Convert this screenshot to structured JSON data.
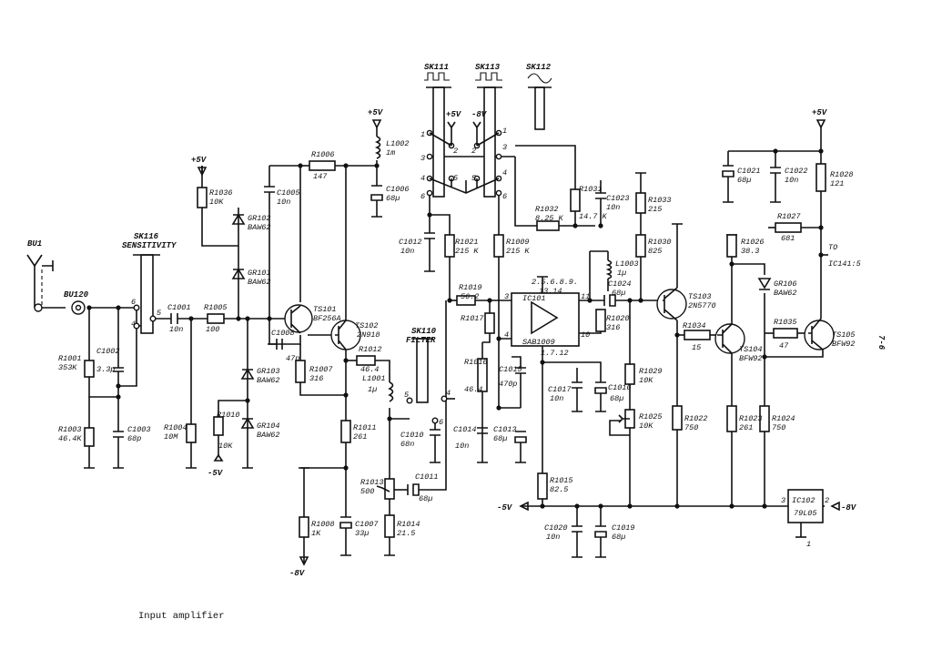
{
  "caption": "Input amplifier",
  "page_marker": "7-6",
  "inputs": {
    "bu1": "BU1",
    "bu120": "BU120"
  },
  "switches": {
    "sk116": {
      "name": "SK116",
      "function": "SENSITIVITY",
      "pin_a": "6",
      "pin_b": "5",
      "pin_c": "4"
    },
    "sk110": {
      "name": "SK110",
      "function": "FILTER",
      "pin_a": "5",
      "pin_b": "4",
      "pin_c": "6"
    },
    "sk111": "SK111",
    "sk113": "SK113",
    "sk112": "SK112",
    "pins": {
      "p1a": "1",
      "p2a": "2",
      "p3a": "3",
      "p4a": "4",
      "p5a": "5",
      "p6a": "6",
      "p1b": "1",
      "p2b": "2",
      "p3b": "3",
      "p4b": "4",
      "p5b": "5",
      "p6b": "6"
    }
  },
  "supplies": {
    "p5v_a": "+5V",
    "p5v_b": "+5V",
    "p5v_c": "+5V",
    "p5v_d": "+5V",
    "m5v_a": "-5V",
    "m5v_b": "-5V",
    "m8v_a": "-8V",
    "m8v_b": "-8V",
    "m8v_c": "-8V"
  },
  "resistors": {
    "r1001": {
      "ref": "R1001",
      "val": "353K"
    },
    "r1003": {
      "ref": "R1003",
      "val": "46.4K"
    },
    "r1004": {
      "ref": "R1004",
      "val": "10M"
    },
    "r1005": {
      "ref": "R1005",
      "val": "100"
    },
    "r1006": {
      "ref": "R1006",
      "val": "147"
    },
    "r1007": {
      "ref": "R1007",
      "val": "316"
    },
    "r1008": {
      "ref": "R1008",
      "val": "1K"
    },
    "r1009": {
      "ref": "R1009",
      "val": "215 K"
    },
    "r1010": {
      "ref": "R1010",
      "val": "10K"
    },
    "r1011": {
      "ref": "R1011",
      "val": "261"
    },
    "r1012": {
      "ref": "R1012",
      "val": "46.4"
    },
    "r1013": {
      "ref": "R1013",
      "val": "500"
    },
    "r1014": {
      "ref": "R1014",
      "val": "21.5"
    },
    "r1015": {
      "ref": "R1015",
      "val": "82.5"
    },
    "r1016": {
      "ref": "R1016",
      "val": "46.4"
    },
    "r1017": {
      "ref": "R1017",
      "val": ""
    },
    "r1019": {
      "ref": "R1019",
      "val": "56.2"
    },
    "r1020": {
      "ref": "R1020",
      "val": "316"
    },
    "r1021": {
      "ref": "R1021",
      "val": "215 K"
    },
    "r1022": {
      "ref": "R1022",
      "val": "750"
    },
    "r1023": {
      "ref": "R1023",
      "val": "261"
    },
    "r1024": {
      "ref": "R1024",
      "val": "750"
    },
    "r1025": {
      "ref": "R1025",
      "val": "10K"
    },
    "r1026": {
      "ref": "R1026",
      "val": "38.3"
    },
    "r1027": {
      "ref": "R1027",
      "val": "681"
    },
    "r1028": {
      "ref": "R1028",
      "val": "121"
    },
    "r1029": {
      "ref": "R1029",
      "val": "10K"
    },
    "r1030": {
      "ref": "R1030",
      "val": "825"
    },
    "r1031": {
      "ref": "R1031",
      "val": "14.7 K"
    },
    "r1032": {
      "ref": "R1032",
      "val": "8.25 K"
    },
    "r1033": {
      "ref": "R1033",
      "val": "215"
    },
    "r1034": {
      "ref": "R1034",
      "val": "15"
    },
    "r1035": {
      "ref": "R1035",
      "val": "47"
    },
    "r1036": {
      "ref": "R1036",
      "val": "10K"
    }
  },
  "capacitors": {
    "c1001": {
      "ref": "C1001",
      "val": "10n"
    },
    "c1002": {
      "ref": "C1002",
      "val": "3.3p"
    },
    "c1003": {
      "ref": "C1003",
      "val": "68p"
    },
    "c1005": {
      "ref": "C1005",
      "val": "10n"
    },
    "c1006": {
      "ref": "C1006",
      "val": "68µ"
    },
    "c1007": {
      "ref": "C1007",
      "val": "33µ"
    },
    "c1008": {
      "ref": "C1008",
      "val": "47p"
    },
    "c1010": {
      "ref": "C1010",
      "val": "68n"
    },
    "c1011": {
      "ref": "C1011",
      "val": "68µ"
    },
    "c1012": {
      "ref": "C1012",
      "val": "10n"
    },
    "c1013": {
      "ref": "C1013",
      "val": "68µ"
    },
    "c1014": {
      "ref": "C1014",
      "val": "10n"
    },
    "c1015": {
      "ref": "C1015",
      "val": "470p"
    },
    "c1016": {
      "ref": "C1016",
      "val": "68µ"
    },
    "c1017": {
      "ref": "C1017",
      "val": "10n"
    },
    "c1019": {
      "ref": "C1019",
      "val": "68µ"
    },
    "c1020": {
      "ref": "C1020",
      "val": "10n"
    },
    "c1021": {
      "ref": "C1021",
      "val": "68µ"
    },
    "c1022": {
      "ref": "C1022",
      "val": "10n"
    },
    "c1023": {
      "ref": "C1023",
      "val": "10n"
    },
    "c1024": {
      "ref": "C1024",
      "val": "68µ"
    }
  },
  "inductors": {
    "l1001": {
      "ref": "L1001",
      "val": "1µ"
    },
    "l1002": {
      "ref": "L1002",
      "val": "1m"
    },
    "l1003": {
      "ref": "L1003",
      "val": "1µ"
    }
  },
  "diodes": {
    "gr101": {
      "ref": "GR101",
      "val": "BAW62"
    },
    "gr102": {
      "ref": "GR102",
      "val": "BAW62"
    },
    "gr103": {
      "ref": "GR103",
      "val": "BAW62"
    },
    "gr104": {
      "ref": "GR104",
      "val": "BAW62"
    },
    "gr106": {
      "ref": "GR106",
      "val": "BAW62"
    }
  },
  "transistors": {
    "ts101": {
      "ref": "TS101",
      "val": "BF256A"
    },
    "ts102": {
      "ref": "TS102",
      "val": "2N918"
    },
    "ts103": {
      "ref": "TS103",
      "val": "2N5770"
    },
    "ts104": {
      "ref": "TS104",
      "val": "BFW92"
    },
    "ts105": {
      "ref": "TS105",
      "val": "BFW92"
    }
  },
  "ics": {
    "ic101": {
      "ref": "IC101",
      "val": "SAB1009",
      "pins_top": "2.5.6.8.9.",
      "pins_top2": "13.14",
      "pins_bottom": "1.7.12",
      "pin3": "3",
      "pin4": "4",
      "pin10": "10",
      "pin11": "11"
    },
    "ic102": {
      "ref": "IC102",
      "val": "79L05",
      "pin1": "1",
      "pin2": "2",
      "pin3": "3"
    }
  },
  "output": {
    "to": "TO",
    "dest": "IC141:5"
  }
}
